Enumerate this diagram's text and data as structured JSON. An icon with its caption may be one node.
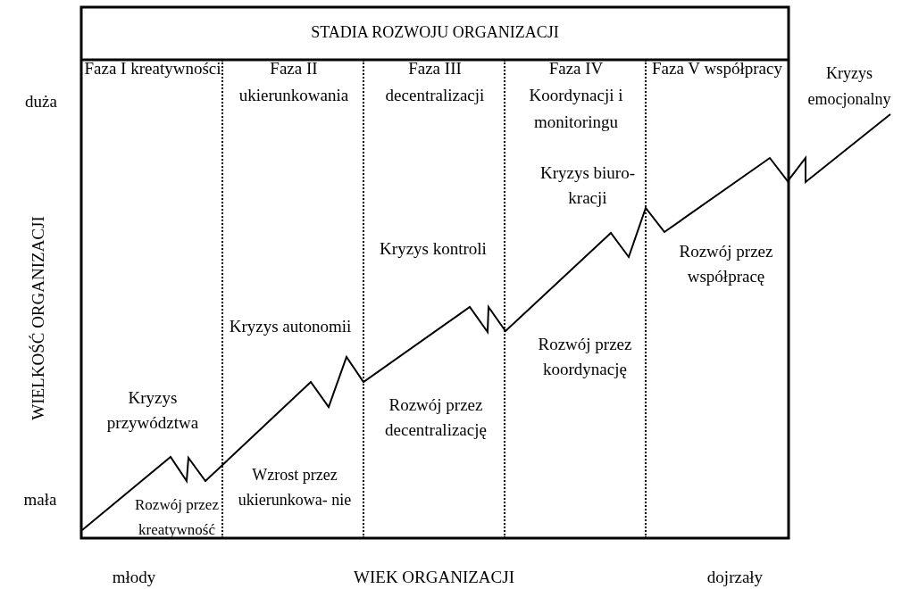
{
  "diagram": {
    "title": "STADIA ROZWOJU ORGANIZACJI",
    "nodes": [
      {
        "text": [
          "Faza I kreatywności",
          "Kryzys przywództwa",
          "Rozwój przez kreatywność"
        ]
      },
      {
        "text": [
          "Faza II ukierunkowania",
          "Kryzys autonomii",
          "Wzrost przez ukierunkowa- nie"
        ]
      },
      {
        "text": [
          "Faza III decentralizacji",
          "Kryzys kontroli",
          "Rozwój przez decentralizację"
        ]
      },
      {
        "text": [
          "Faza IV Koordynacji i monitoringu",
          "Kryzys biuro- kracji",
          "Rozwój przez koordynację"
        ]
      },
      {
        "text": [
          "Faza V współpracy",
          "Rozwój przez współpracę"
        ]
      }
    ],
    "labels": [
      "Kryzys emocjonalny",
      "duża",
      "mała",
      "WIELKOŚĆ ORGANIZACJI",
      "młody",
      "WIEK ORGANIZACJI",
      "dojrzały"
    ]
  }
}
